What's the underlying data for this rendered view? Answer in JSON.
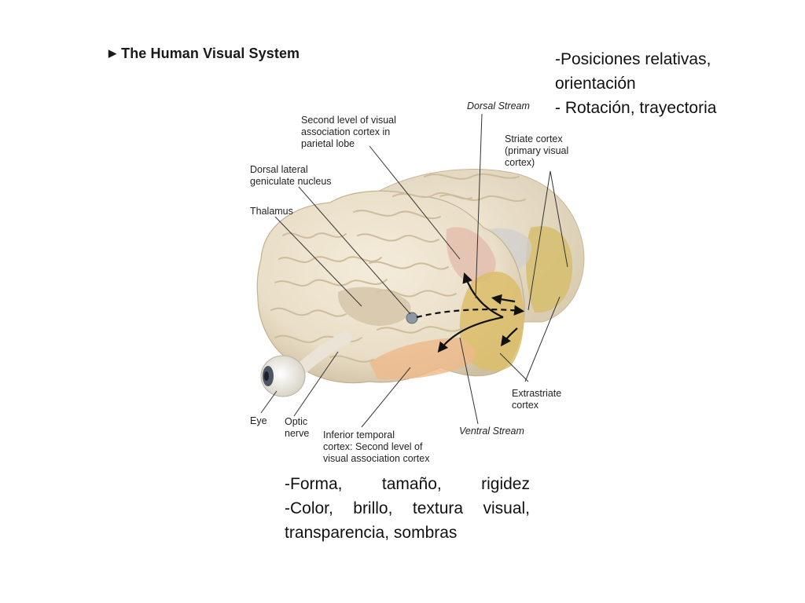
{
  "slide": {
    "title": "The Human Visual System",
    "title_marker": "triangle-right-icon"
  },
  "notes": {
    "top": [
      "-Posiciones relativas,",
      "orientación",
      "- Rotación, trayectoria"
    ],
    "bottom": [
      "-Forma, tamaño, rigidez",
      "-Color, brillo, textura visual,",
      "transparencia, sombras"
    ]
  },
  "labels": {
    "dorsal_stream": "Dorsal Stream",
    "second_level": [
      "Second level of visual",
      "association cortex in",
      "parietal lobe"
    ],
    "striate": [
      "Striate cortex",
      "(primary visual",
      "cortex)"
    ],
    "dlgn": [
      "Dorsal lateral",
      "geniculate nucleus"
    ],
    "thalamus": "Thalamus",
    "extrastriate": [
      "Extrastriate",
      "cortex"
    ],
    "eye": "Eye",
    "optic_nerve": [
      "Optic",
      "nerve"
    ],
    "inferior_temporal": [
      "Inferior temporal",
      "cortex: Second level of",
      "visual association cortex"
    ],
    "ventral_stream": "Ventral Stream"
  },
  "colors": {
    "brain": "#ece2cd",
    "brain_shadow": "#d8cbb0",
    "parietal_region": "#e6c3b6",
    "striate_region": "#d8bf78",
    "extrastriate_region": "#e9c48e",
    "temporal_region": "#efbd8e"
  }
}
